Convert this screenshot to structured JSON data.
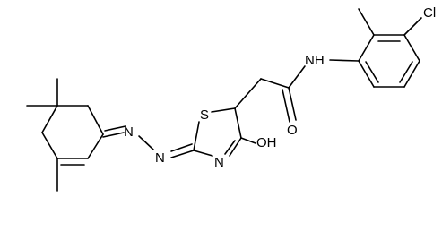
{
  "molecule": {
    "atom_labels": {
      "chlorine": "Cl",
      "amide_nh": "NH",
      "amide_o": "O",
      "ring_s": "S",
      "ring_n": "N",
      "hydroxyl": "OH",
      "azine_n1": "N",
      "azine_n2": "N"
    },
    "colors": {
      "bond": "#000000",
      "label": "#000000",
      "background": "#ffffff"
    }
  }
}
